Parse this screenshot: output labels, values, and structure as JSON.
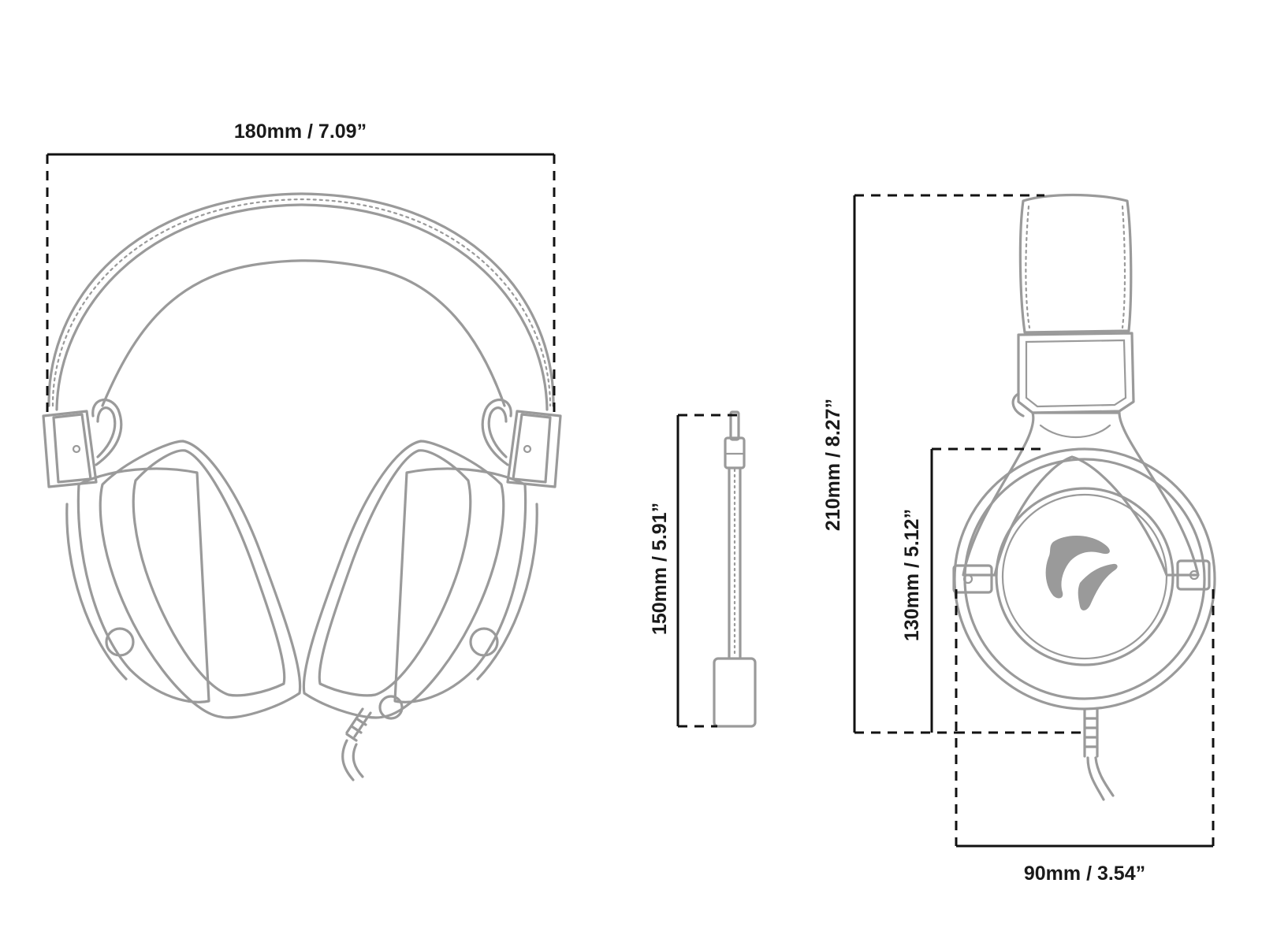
{
  "dimensions": {
    "width_label": "180mm / 7.09”",
    "mic_height_label": "150mm / 5.91”",
    "total_height_label": "210mm / 8.27”",
    "cup_height_label": "130mm / 5.12”",
    "depth_label": "90mm / 3.54”"
  },
  "colors": {
    "outline": "#9a9a9a",
    "dimension_lines": "#111111",
    "background": "#ffffff"
  }
}
